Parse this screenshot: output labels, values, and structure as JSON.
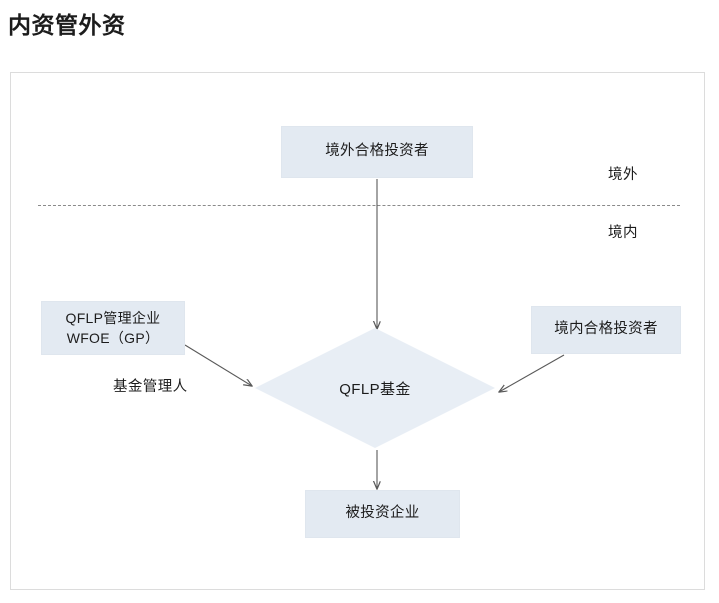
{
  "page": {
    "title": "内资管外资"
  },
  "diagram": {
    "type": "flowchart",
    "accent_color": "#e3eaf2",
    "diamond_color": "#e8eef5",
    "frame_border_color": "#dcdcdc",
    "connector_color": "#595959",
    "nodes": [
      {
        "id": "offshore-investor",
        "label": "境外合格投资者",
        "shape": "rect",
        "region": "境外"
      },
      {
        "id": "qflp-manager",
        "label_line1": "QFLP管理企业",
        "label_line2": "WFOE（GP）",
        "shape": "rect",
        "region": "境内"
      },
      {
        "id": "onshore-investor",
        "label": "境内合格投资者",
        "shape": "rect",
        "region": "境内"
      },
      {
        "id": "qflp-fund",
        "label": "QFLP基金",
        "shape": "diamond",
        "region": "境内"
      },
      {
        "id": "invested-enterprise",
        "label": "被投资企业",
        "shape": "rect",
        "region": "境内"
      }
    ],
    "edges": [
      {
        "from": "offshore-investor",
        "to": "qflp-fund",
        "label": ""
      },
      {
        "from": "qflp-manager",
        "to": "qflp-fund",
        "label": "基金管理人"
      },
      {
        "from": "onshore-investor",
        "to": "qflp-fund",
        "label": ""
      },
      {
        "from": "qflp-fund",
        "to": "invested-enterprise",
        "label": ""
      }
    ],
    "boundary": {
      "style": "dashed",
      "above_label": "境外",
      "below_label": "境内"
    }
  }
}
